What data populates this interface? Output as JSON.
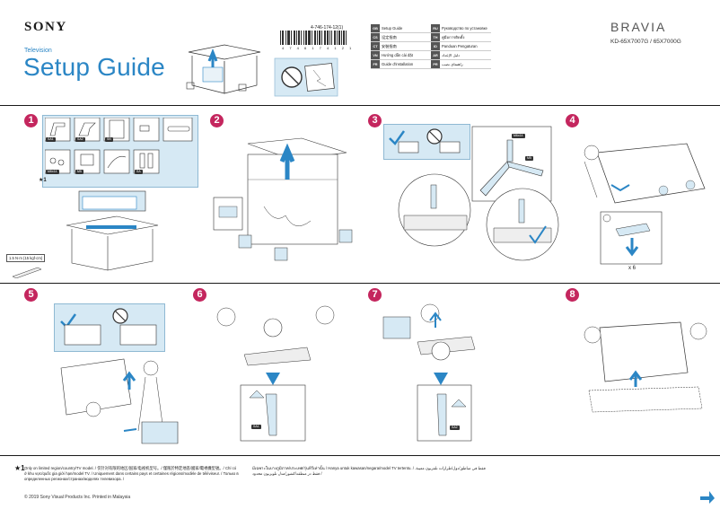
{
  "brand": "SONY",
  "product_type": "Television",
  "title": "Setup Guide",
  "series": "BRAVIA",
  "models": "KD-65X7007G / 65X7000G",
  "part_number": "4-746-174-12(1)",
  "barcode_digits": "4 7 4 6 1 7 4 1 2 1",
  "languages": [
    {
      "code": "GB",
      "name": "Setup Guide"
    },
    {
      "code": "CS",
      "name": "设定指南"
    },
    {
      "code": "CT",
      "name": "安裝指南"
    },
    {
      "code": "VN",
      "name": "Hướng dẫn cài đặt"
    },
    {
      "code": "FR",
      "name": "Guide d'installation"
    },
    {
      "code": "RU",
      "name": "Руководство по установке"
    },
    {
      "code": "TH",
      "name": "คู่มือการติดตั้ง"
    },
    {
      "code": "ID",
      "name": "Panduan Pengaturan"
    },
    {
      "code": "AR",
      "name": "دليل الإعداد"
    },
    {
      "code": "PR",
      "name": "راهنمای نصب"
    }
  ],
  "steps": [
    "1",
    "2",
    "3",
    "4",
    "5",
    "6",
    "7",
    "8"
  ],
  "parts": {
    "sa": "SA1",
    "sb": "SA2",
    "sc": "SB",
    "sd": "M6x14",
    "se": "M5",
    "sf": "SA"
  },
  "star": "★1",
  "torque_text": "1.5 N·m {15 kgf·cm}",
  "x6_label": "x 6",
  "footnote_left": "Only on limited region/country/TV model. / 仅针对有限的地区/国家/电视机型号。/ 僅限於特定地區/國家/電視機型號。/ Chỉ có ở khu vực/quốc gia giới hạn/model TV. / Uniquement dans certains pays et certaines régions/modèle de téléviseur. / Только в определенных регионах/странах/моделях телевизора. /",
  "footnote_right": "มีเฉพาะในบางภูมิภาค/ประเทศ/รุ่นทีวีเท่านั้น / Hanya untuk kawasan/negara/model TV tertentu. / فقط في مناطق/دول/طرازات تلفزيون معينة. / فقط در منطقه/کشور/مدل تلویزیون محدود",
  "copyright": "© 2019 Sony Visual Products Inc.   Printed in Malaysia",
  "colors": {
    "accent": "#2b86c5",
    "step": "#c4265e",
    "panel": "#d6e9f4"
  }
}
